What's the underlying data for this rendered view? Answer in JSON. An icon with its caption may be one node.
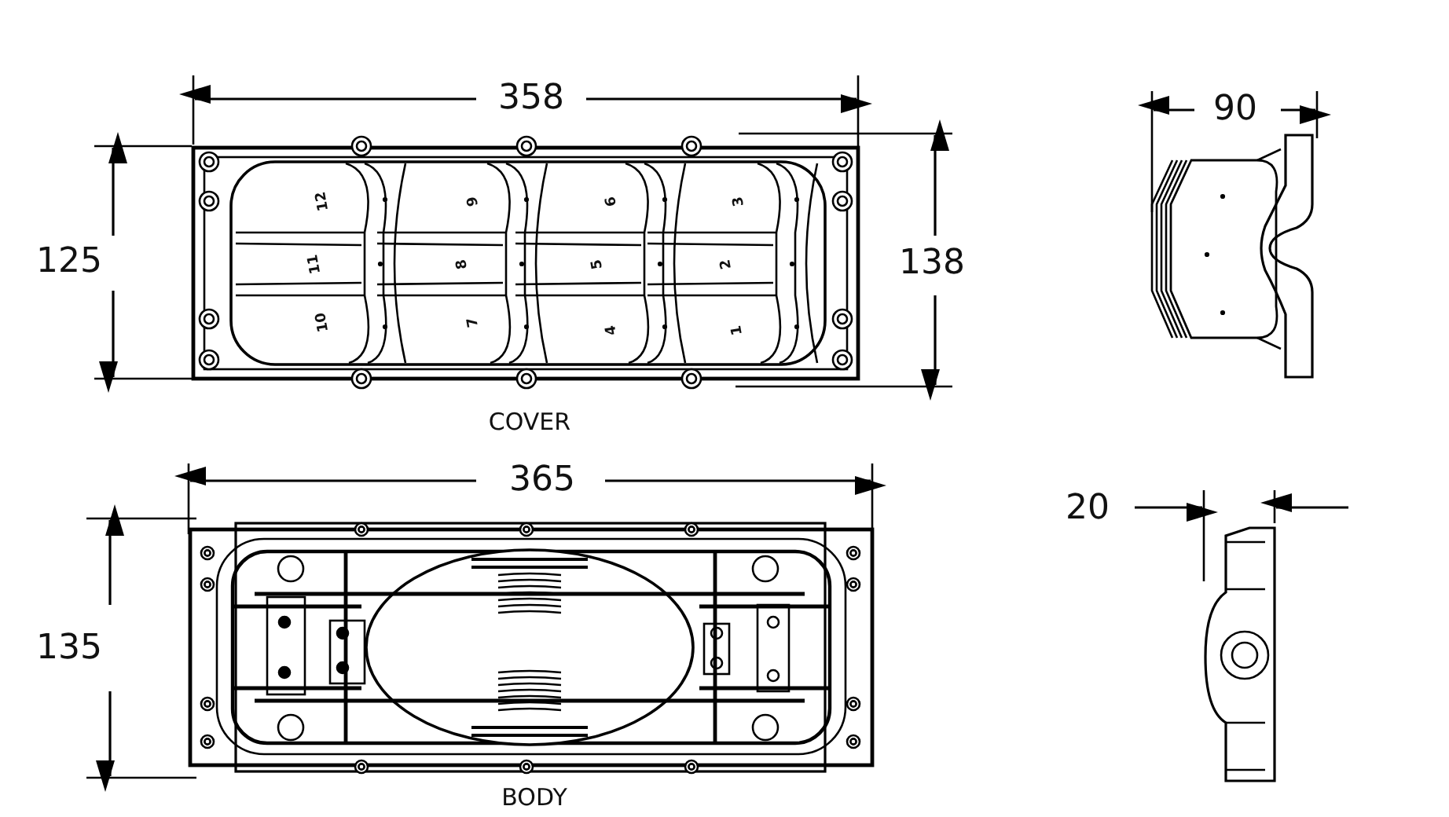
{
  "diagram": {
    "labels": [
      "358",
      "90",
      "125",
      "138",
      "12",
      "9",
      "6",
      "3",
      "11",
      "8",
      "5",
      "2",
      "10",
      "7",
      "4",
      "1",
      "COVER",
      "365",
      "20",
      "135",
      "BODY"
    ]
  }
}
